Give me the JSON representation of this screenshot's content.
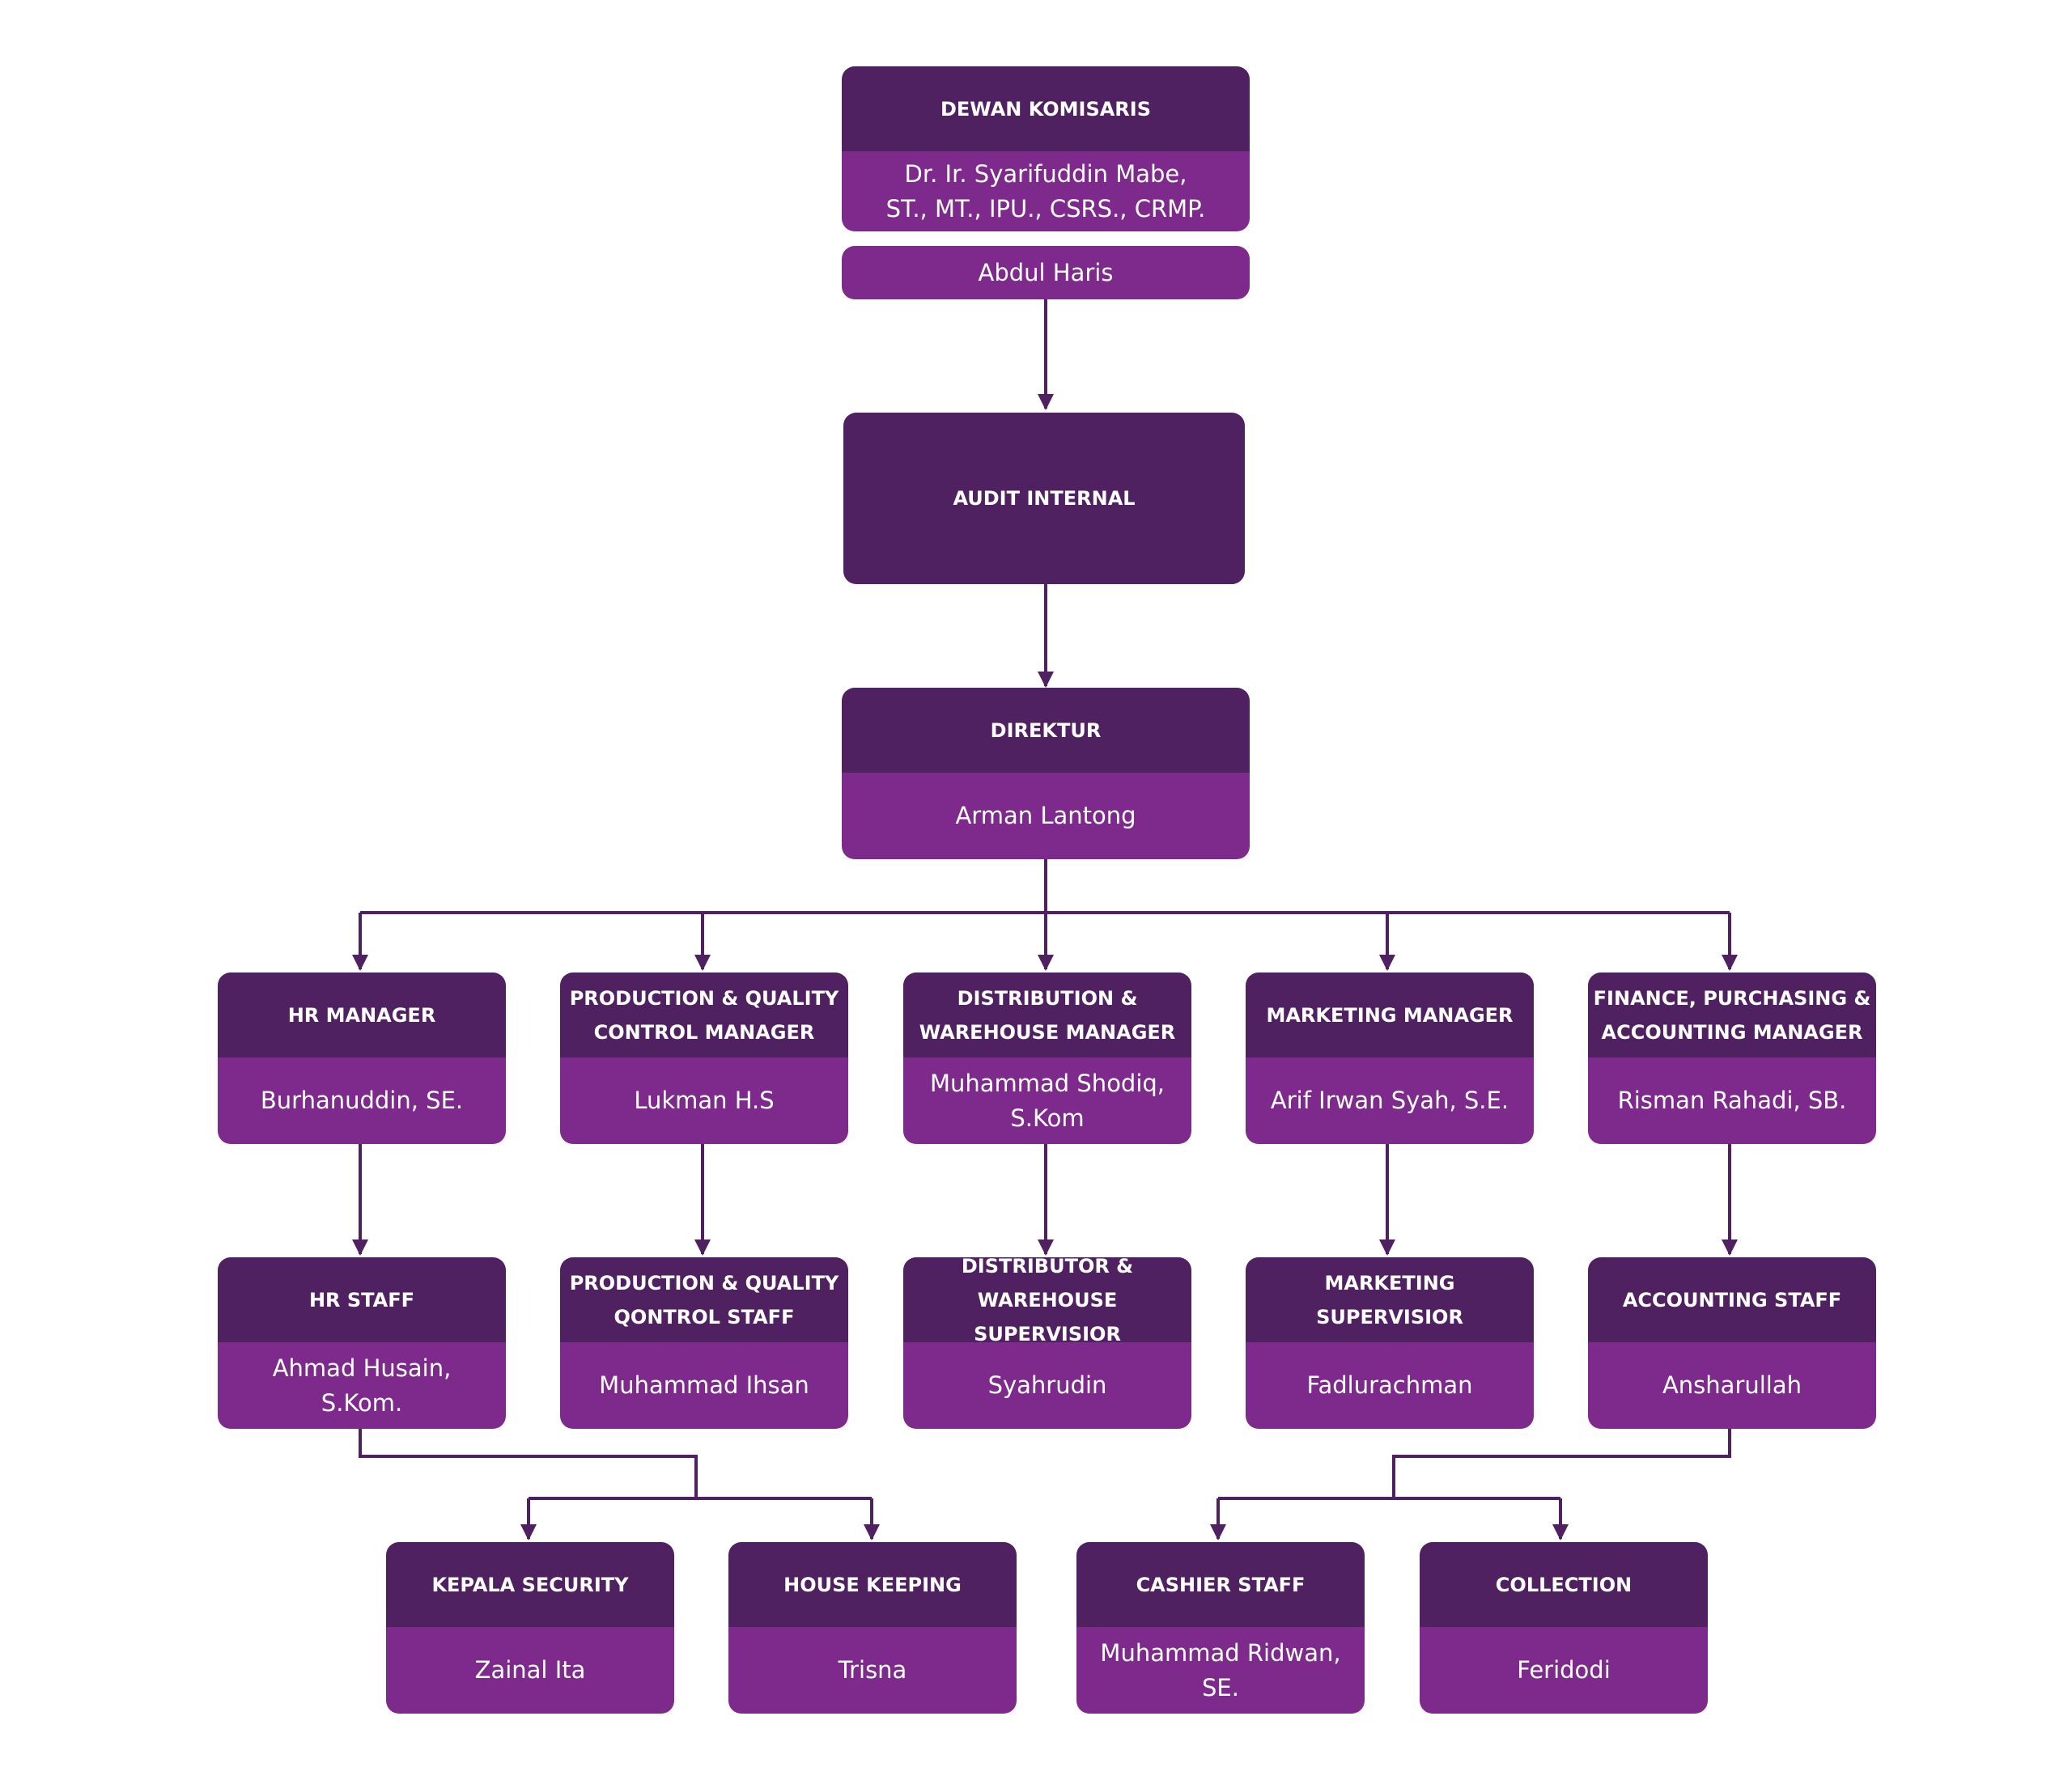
{
  "colors": {
    "header": "#4f2160",
    "body": "#7e2a8c",
    "line": "#4f2160"
  },
  "board": {
    "title": "DEWAN KOMISARIS",
    "name": "Dr. Ir. Syarifuddin Mabe,\nST., MT., IPU., CSRS., CRMP.",
    "second_name": "Abdul Haris"
  },
  "audit": {
    "title": "AUDIT INTERNAL"
  },
  "director": {
    "title": "DIREKTUR",
    "name": "Arman Lantong"
  },
  "managers": [
    {
      "title": "HR MANAGER",
      "name": "Burhanuddin, SE."
    },
    {
      "title": "PRODUCTION & QUALITY\nCONTROL MANAGER",
      "name": "Lukman H.S"
    },
    {
      "title": "DISTRIBUTION &\nWAREHOUSE MANAGER",
      "name": "Muhammad Shodiq,\nS.Kom"
    },
    {
      "title": "MARKETING MANAGER",
      "name": "Arif Irwan Syah, S.E."
    },
    {
      "title": "FINANCE, PURCHASING &\nACCOUNTING MANAGER",
      "name": "Risman Rahadi, SB."
    }
  ],
  "staff": [
    {
      "title": "HR STAFF",
      "name": "Ahmad Husain,\nS.Kom."
    },
    {
      "title": "PRODUCTION & QUALITY\nQONTROL STAFF",
      "name": "Muhammad Ihsan"
    },
    {
      "title": "DISTRIBUTOR &\nWAREHOUSE SUPERVISIOR",
      "name": "Syahrudin"
    },
    {
      "title": "MARKETING\nSUPERVISIOR",
      "name": "Fadlurachman"
    },
    {
      "title": "ACCOUNTING STAFF",
      "name": "Ansharullah"
    }
  ],
  "support": [
    {
      "title": "KEPALA SECURITY",
      "name": "Zainal Ita"
    },
    {
      "title": "HOUSE KEEPING",
      "name": "Trisna"
    },
    {
      "title": "CASHIER STAFF",
      "name": "Muhammad Ridwan,\nSE."
    },
    {
      "title": "COLLECTION",
      "name": "Feridodi"
    }
  ]
}
